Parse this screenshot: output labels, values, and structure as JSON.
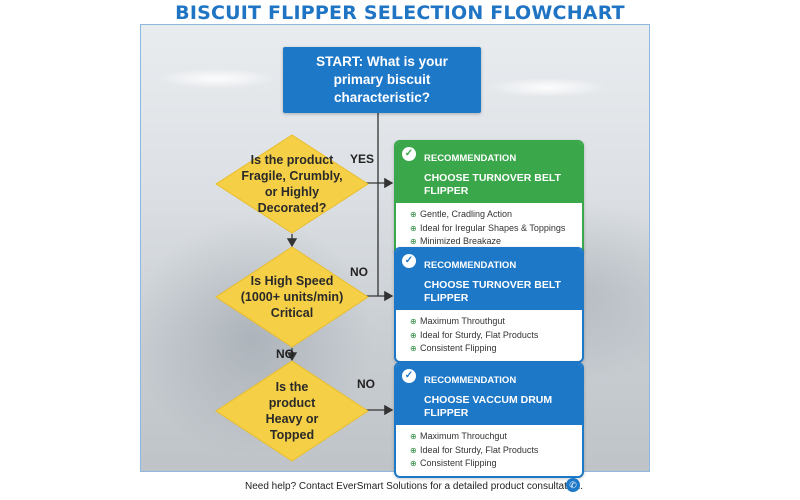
{
  "title": "BISCUIT FLIPPER SELECTION FLOWCHART",
  "start": "START: What is your primary biscuit characteristic?",
  "decisions": [
    {
      "text": "Is the product Fragile, Crumbly, or Highly Decorated?"
    },
    {
      "text": "Is High Speed (1000+ units/min) Critical"
    },
    {
      "text": "Is the product Heavy or Topped"
    }
  ],
  "labels": {
    "yes": "YES",
    "no1": "NO",
    "no2": "NO",
    "no3": "NO"
  },
  "cards": [
    {
      "tag": "RECOMMENDATION",
      "title": "CHOOSE TURNOVER BELT FLIPPER",
      "color": "#3aa74a",
      "items": [
        "Gentle, Cradling Action",
        "Ideal for Iregular Shapes & Toppings",
        "Minimized Breakaze"
      ]
    },
    {
      "tag": "RECOMMENDATION",
      "title": "CHOOSE TURNOVER BELT FLIPPER",
      "color": "#1e78c8",
      "items": [
        "Maximum Throuthgut",
        "Ideal for Sturdy, Flat Products",
        "Consistent Flipping"
      ]
    },
    {
      "tag": "RECOMMENDATION",
      "title": "CHOOSE VACCUM DRUM FLIPPER",
      "color": "#1e78c8",
      "items": [
        "Maximum Throuchgut",
        "Ideal for Sturdy, Flat Products",
        "Consistent Flipping"
      ]
    }
  ],
  "footer": "Need help? Contact EverSmart Solutions for a detailed product consultation.",
  "icons": {
    "check": "check-circle-icon",
    "bullet": "bullet-icon",
    "phone": "phone-icon"
  }
}
